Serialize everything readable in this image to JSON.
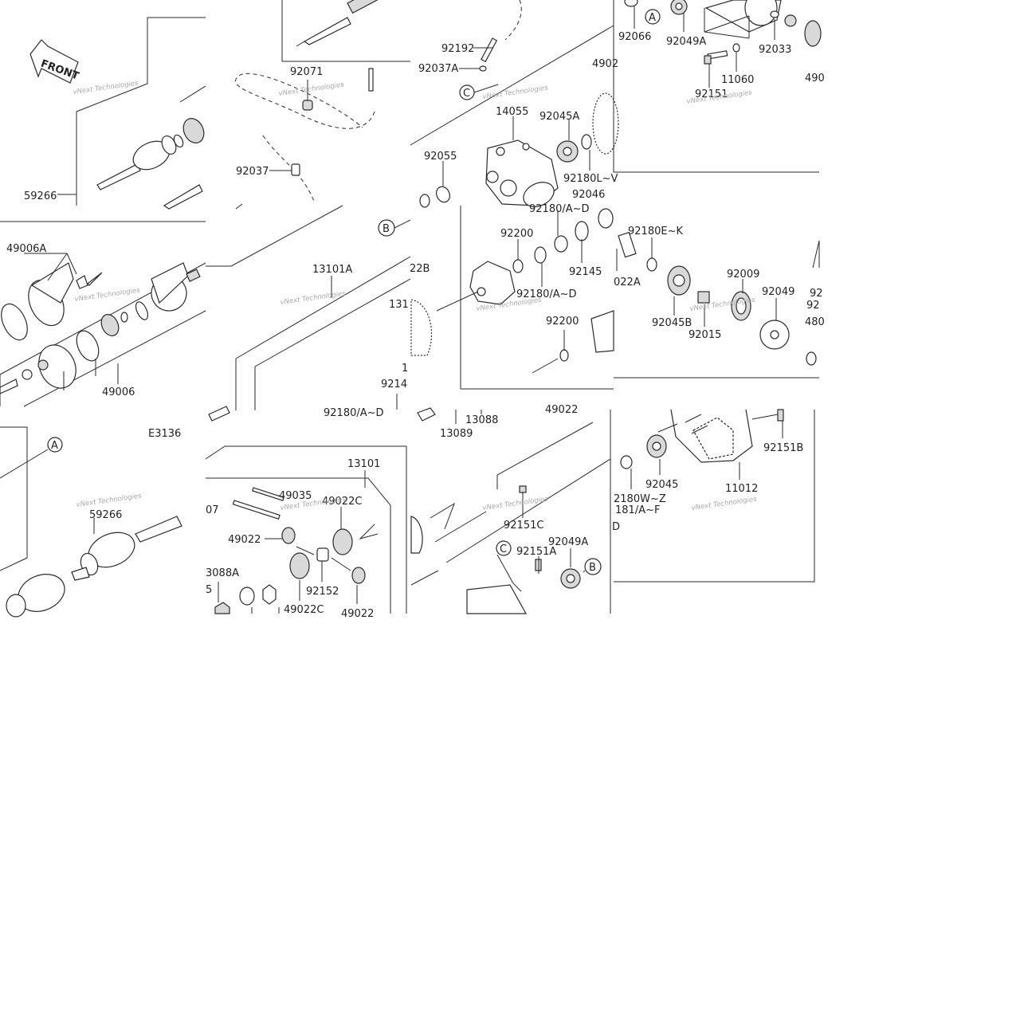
{
  "diagram": {
    "code": "E3136",
    "front_label": "FRONT",
    "watermark": "vNext Technologies",
    "callouts": [
      "A",
      "B",
      "C"
    ],
    "part_numbers": {
      "p59266_a": "59266",
      "p92071": "92071",
      "p92037": "92037",
      "p92192": "92192",
      "p92037A": "92037A",
      "p14055": "14055",
      "p92045A": "92045A",
      "p92055": "92055",
      "p92180LV": "92180L~V",
      "p4902_top": "4902",
      "p92066": "92066",
      "p92049A_top": "92049A",
      "p92033": "92033",
      "p490_right": "490",
      "p11060": "11060",
      "p92151": "92151",
      "p49006A": "49006A",
      "p49006": "49006",
      "p13101A": "13101A",
      "p22B": "22B",
      "p131": "131",
      "p1_small": "1",
      "p92145_cut": "9214",
      "p92180_cut": "92180/A~D",
      "p92180AD_top": "92180/A~D",
      "p92046": "92046",
      "p92200_a": "92200",
      "p92180AD": "92180/A~D",
      "p92145": "92145",
      "p022A": "022A",
      "p92200_b": "92200",
      "p92180EK": "92180E~K",
      "p92045B": "92045B",
      "p92015": "92015",
      "p92009": "92009",
      "p92049": "92049",
      "p92_r1": "92",
      "p92_r2": "92",
      "p480_r": "480",
      "p13088": "13088",
      "p13089": "13089",
      "p49022_cut": "49022",
      "p92151B": "92151B",
      "p92045": "92045",
      "p11012": "11012",
      "p92180WZ": "2180W~Z",
      "p181AF": "181/A~F",
      "p_d": "D",
      "p59266_b": "59266",
      "p13101": "13101",
      "p49035": "49035",
      "p07": "07",
      "p49022C_a": "49022C",
      "p49022_a": "49022",
      "p92152": "92152",
      "p49022C_b": "49022C",
      "p49022_b": "49022",
      "p3088A": "3088A",
      "p5": "5",
      "p92151C": "92151C",
      "p92151A": "92151A",
      "p92049A_b": "92049A"
    }
  },
  "colors": {
    "line": "#2a2a2a",
    "watermark": "#a9a9a9",
    "background": "#ffffff"
  }
}
